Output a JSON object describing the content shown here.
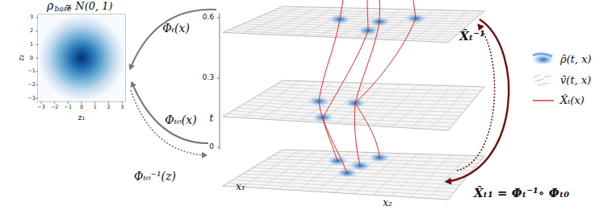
{
  "diagram": {
    "labels": [
      "ρ",
      "base",
      "∝ N(0, 1)",
      "3",
      "2",
      "1",
      "0",
      "−1",
      "−2",
      "−3",
      "−3",
      "−2",
      "−1",
      "0",
      "1",
      "2",
      "3",
      "z₁",
      "z₂",
      "Φₜ(x)",
      "Φₜ₀(x)",
      "Φₜ₀⁻¹(z)",
      "t",
      "0.6",
      "0.3",
      "0",
      "x₁",
      "x₂",
      "X̂ₜ⁻¹",
      "X̂ₜ₁ = Φₜ⁻¹∘ Φₜ₀"
    ],
    "legend": [
      {
        "text": "ρ̂(t, x)"
      },
      {
        "text": "v̂(t, x)"
      },
      {
        "text": "X̂ₜ(x)"
      }
    ]
  }
}
